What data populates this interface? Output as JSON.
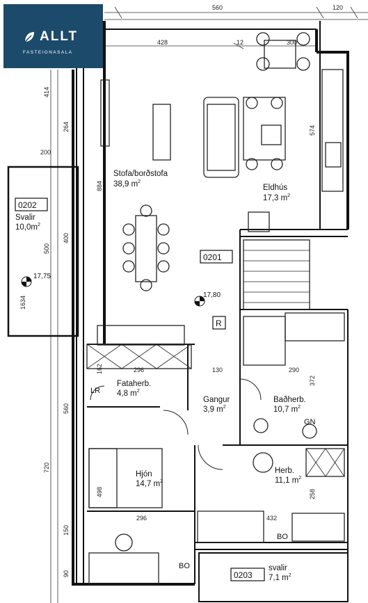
{
  "brand": {
    "name": "ALLT",
    "tagline": "FASTEIGNASALA",
    "logo_color": "#1c4a6b"
  },
  "dimensions": {
    "top_560": "560",
    "top_120": "120",
    "d_428": "428",
    "d_12": "12",
    "d_300": "300",
    "d_414": "414",
    "d_264": "264",
    "d_574": "574",
    "d_200": "200",
    "d_884": "884",
    "d_400": "400",
    "d_500": "500",
    "d_1634": "1634",
    "d_162": "162",
    "d_296a": "296",
    "d_130": "130",
    "d_290": "290",
    "d_372": "372",
    "d_560": "560",
    "d_720": "720",
    "d_498": "498",
    "d_258": "258",
    "d_296b": "296",
    "d_432": "432",
    "d_150": "150",
    "d_90": "90"
  },
  "rooms": {
    "stofa": {
      "name": "Stofa/borðstofa",
      "area": "38,9 m",
      "sup": "2"
    },
    "eldhus": {
      "name": "Eldhús",
      "area": "17,3 m",
      "sup": "2"
    },
    "svalir_0202": {
      "code": "0202",
      "name": "Svalir",
      "area": "10,0m",
      "sup": "2"
    },
    "unit_0201": {
      "code": "0201"
    },
    "fataherb": {
      "name": "Fataherb.",
      "area": "4,8 m",
      "sup": "2"
    },
    "gangur": {
      "name": "Gangur",
      "area": "3,9 m",
      "sup": "2"
    },
    "badherb": {
      "name": "Baðherb.",
      "area": "10,7 m",
      "sup": "2"
    },
    "hjon": {
      "name": "Hjón",
      "area": "14,7 m",
      "sup": "2"
    },
    "herb": {
      "name": "Herb.",
      "area": "11,1 m",
      "sup": "2"
    },
    "svalir_0203": {
      "code": "0203",
      "name": "svalir",
      "area": "7,1 m",
      "sup": "2"
    }
  },
  "markers": {
    "elev_1775": "17,75",
    "elev_1780": "17,80",
    "r": "R",
    "lr": "LR",
    "gn": "GN",
    "bo_1": "BO",
    "bo_2": "BO"
  }
}
